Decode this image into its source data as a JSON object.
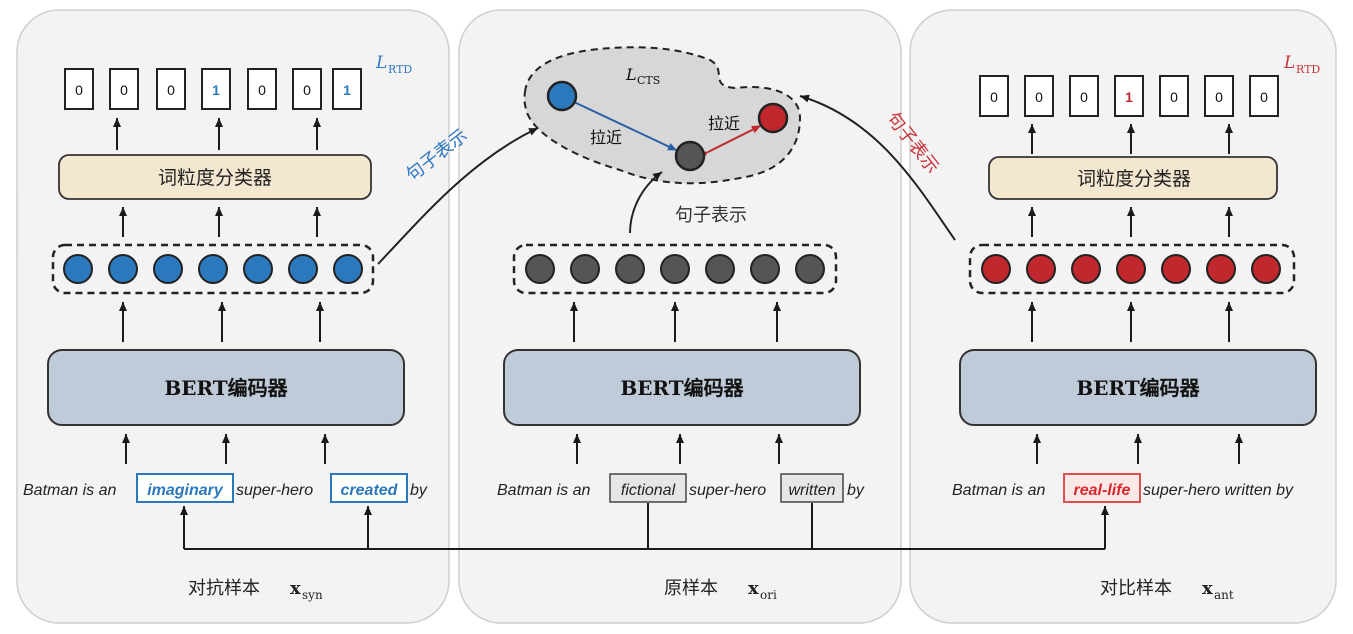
{
  "colors": {
    "blue": "#2b78bd",
    "gray_node": "#555555",
    "red": "#c0282e",
    "panel_fill": "#f3f3f3",
    "classifier_fill": "#f4e7cf",
    "encoder_fill": "#bfcbd9",
    "cts_blob": "#d7d7d7",
    "label_blue": "#2f77c3",
    "label_red": "#c8333a"
  },
  "left_panel": {
    "loss_label": "L",
    "loss_sub": "RTD",
    "outputs": [
      "0",
      "0",
      "0",
      "1",
      "0",
      "0",
      "1"
    ],
    "classifier_label": "词粒度分类器",
    "encoder_label": "BERT编码器",
    "sentence": {
      "w1": "Batman is an",
      "w2": "imaginary",
      "w3": "super-hero",
      "w4": "created",
      "w5": "by"
    },
    "caption": "对抗样本",
    "var": "x",
    "var_sub": "syn",
    "sentence_rep_label": "句子表示"
  },
  "center_panel": {
    "cts_label": "L",
    "cts_sub": "CTS",
    "pull_left": "拉近",
    "pull_right": "拉近",
    "sentence_rep_label": "句子表示",
    "encoder_label": "BERT编码器",
    "sentence": {
      "w1": "Batman is an",
      "w2": "fictional",
      "w3": "super-hero",
      "w4": "written",
      "w5": "by"
    },
    "caption": "原样本",
    "var": "x",
    "var_sub": "ori"
  },
  "right_panel": {
    "loss_label": "L",
    "loss_sub": "RTD",
    "outputs": [
      "0",
      "0",
      "0",
      "1",
      "0",
      "0",
      "0"
    ],
    "classifier_label": "词粒度分类器",
    "encoder_label": "BERT编码器",
    "sentence": {
      "w1": "Batman is an",
      "w2": "real-life",
      "w3": "super-hero written by"
    },
    "caption": "对比样本",
    "var": "x",
    "var_sub": "ant",
    "sentence_rep_label": "句子表示"
  }
}
